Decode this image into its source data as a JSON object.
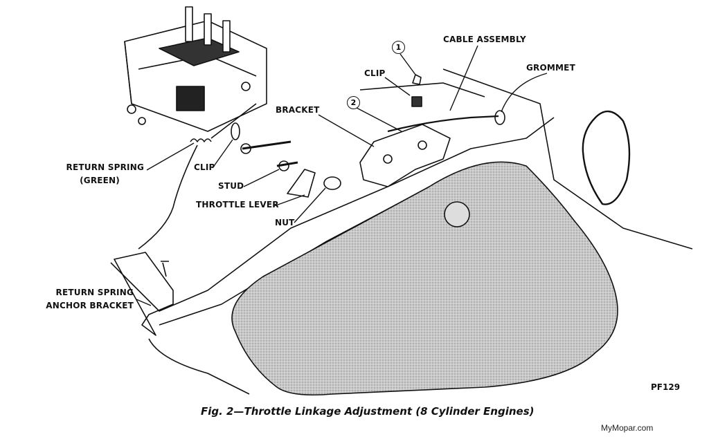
{
  "labels": {
    "cable_assembly": "CABLE ASSEMBLY",
    "grommet": "GROMMET",
    "clip_top": "CLIP",
    "callout_1": "1",
    "callout_2": "2",
    "bracket": "BRACKET",
    "return_spring_l1": "RETURN SPRING",
    "return_spring_l2": "(GREEN)",
    "clip_left": "CLIP",
    "stud": "STUD",
    "throttle_lever": "THROTTLE LEVER",
    "nut": "NUT",
    "anchor_l1": "RETURN SPRING",
    "anchor_l2": "ANCHOR BRACKET"
  },
  "figure_code": "PF129",
  "caption": "Fig. 2—Throttle Linkage Adjustment (8 Cylinder Engines)",
  "watermark": "MyMopar.com"
}
